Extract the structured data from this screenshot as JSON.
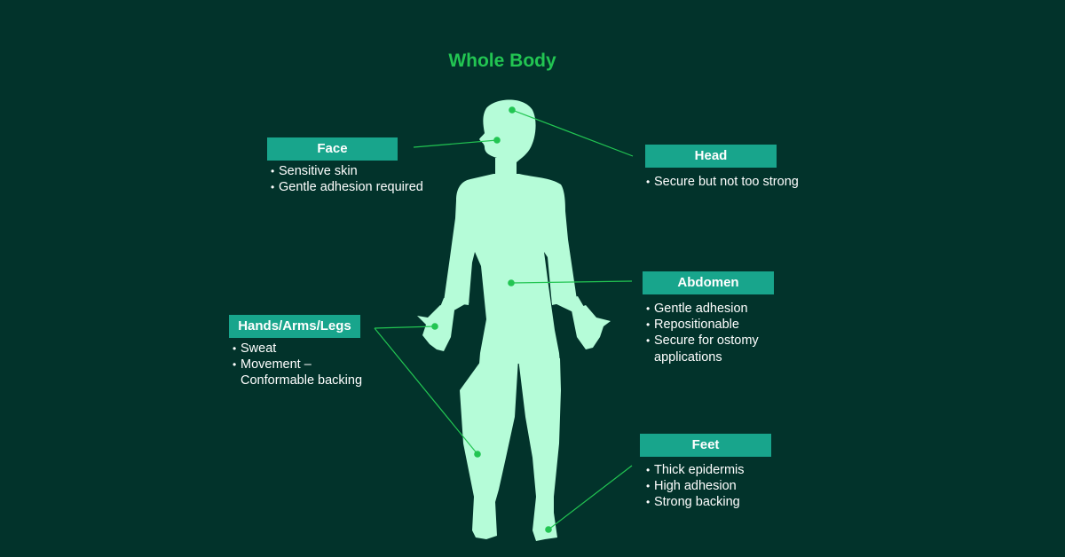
{
  "title": "Whole Body",
  "colors": {
    "background": "#02332b",
    "title": "#22c552",
    "label_box": "#18a58c",
    "body_silhouette": "#b5fcd8",
    "marker": "#22c552",
    "leader_line": "#22c552"
  },
  "callouts": {
    "face": {
      "label": "Face",
      "bullets": [
        "Sensitive skin",
        "Gentle adhesion required"
      ]
    },
    "head": {
      "label": "Head",
      "bullets": [
        "Secure but not too strong"
      ]
    },
    "abdomen": {
      "label": "Abdomen",
      "bullets": [
        "Gentle adhesion",
        "Repositionable",
        "Secure for ostomy applications"
      ]
    },
    "limbs": {
      "label": "Hands/Arms/Legs",
      "bullets": [
        "Sweat",
        "Movement – Conformable backing"
      ]
    },
    "feet": {
      "label": "Feet",
      "bullets": [
        "Thick epidermis",
        "High adhesion",
        "Strong backing"
      ]
    }
  }
}
